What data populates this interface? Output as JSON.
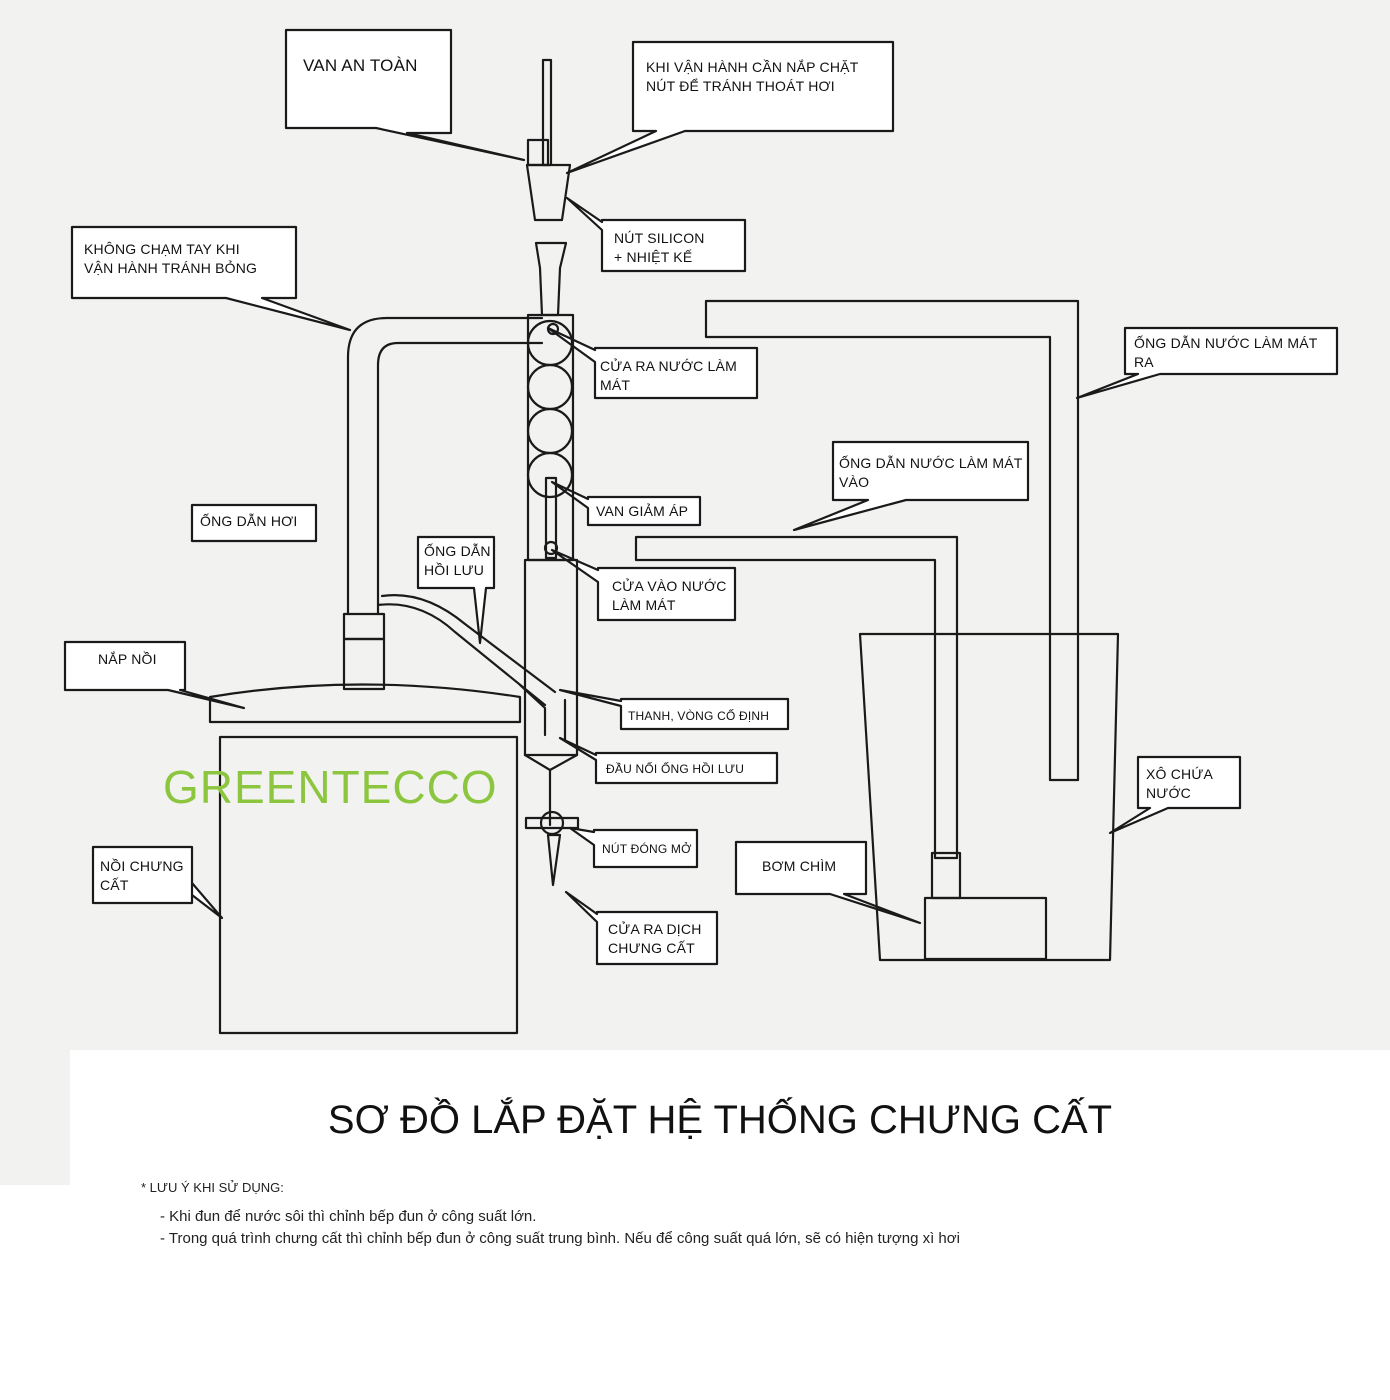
{
  "watermark": "GREENTECCO",
  "title": "SƠ ĐỒ LẮP ĐẶT HỆ THỐNG CHƯNG CẤT",
  "notes": {
    "heading": "* LƯU Ý KHI SỬ DỤNG:",
    "items": [
      "-  Khi đun để nước sôi thì chỉnh bếp đun ở công suất lớn.",
      "-  Trong quá trình chưng cất thì chỉnh bếp đun ở công suất trung bình. Nếu để công suất quá lớn, sẽ có hiện tượng xì hơi"
    ]
  },
  "labels": {
    "safety_valve": "VAN AN TOÀN",
    "seal_plug": "KHI VẬN HÀNH CẦN NẮP CHẶT\nNÚT ĐỂ TRÁNH THOÁT HƠI",
    "silicone_plug": "NÚT SILICON\n+ NHIỆT KẾ",
    "no_touch": "KHÔNG CHẠM TAY KHI\nVẬN HÀNH TRÁNH BỎNG",
    "cooling_outlet": "CỬA RA NƯỚC LÀM\n      MÁT",
    "cooling_out_pipe": "ỐNG DẪN NƯỚC LÀM MÁT\n                RA",
    "cooling_in_pipe": "ỐNG DẪN NƯỚC LÀM MÁT\n               VÀO",
    "pressure_valve": "VAN GIẢM ÁP",
    "steam_pipe": "ỐNG DẪN HƠI",
    "reflux_pipe": "ỐNG DẪN\nHỒI LƯU",
    "cooling_inlet": "CỬA VÀO NƯỚC\nLÀM MÁT",
    "pot_lid": "NẮP NỒI",
    "fixing_ring": "THANH, VÒNG CỐ ĐỊNH",
    "reflux_connector": "ĐẦU NỐI ỐNG HỒI LƯU",
    "water_bucket": "XÔ CHỨA\nNƯỚC",
    "on_off_valve": "NÚT ĐÓNG MỞ",
    "pot": "NỒI CHƯNG\nCẤT",
    "pump": "BƠM CHÌM",
    "distillate_outlet": "CỬA RA DỊCH\nCHƯNG CẤT"
  }
}
